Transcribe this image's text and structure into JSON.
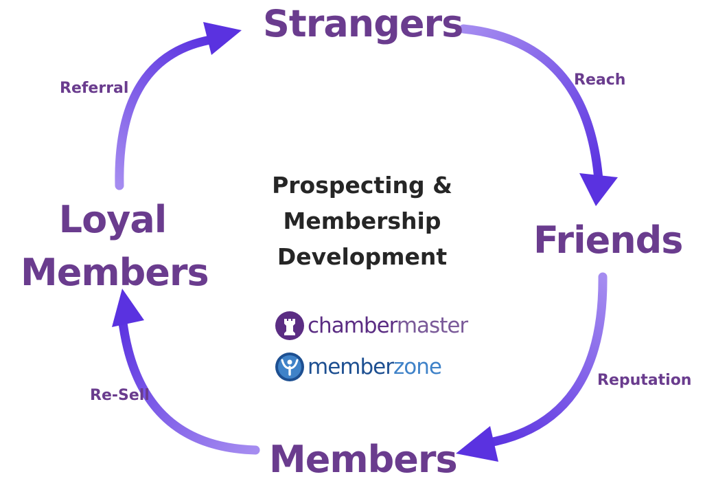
{
  "diagram": {
    "stages": {
      "strangers": "Strangers",
      "friends": "Friends",
      "members": "Members",
      "loyal_members_line1": "Loyal",
      "loyal_members_line2": "Members"
    },
    "transitions": {
      "reach": "Reach",
      "reputation": "Reputation",
      "re_sell": "Re-Sell",
      "referral": "Referral"
    },
    "center_title": {
      "line1": "Prospecting &",
      "line2": "Membership",
      "line3": "Development"
    },
    "logos": {
      "chambermaster": {
        "part1": "chamber",
        "part2": "master",
        "icon": "rook-chess-piece-icon"
      },
      "memberzone": {
        "part1": "member",
        "part2": "zone",
        "icon": "person-arms-raised-icon"
      }
    },
    "colors": {
      "stage_text": "#6a3c8e",
      "center_text": "#262626",
      "arrow_tail": "#a58cf0",
      "arrow_head": "#5a32e0"
    }
  }
}
